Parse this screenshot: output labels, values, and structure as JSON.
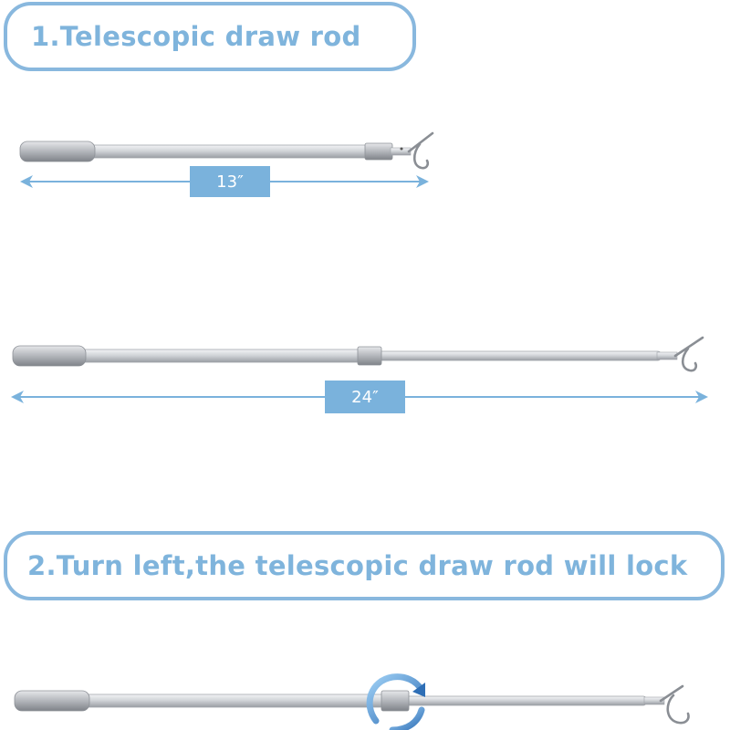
{
  "step1": {
    "title": "1.Telescopic draw rod"
  },
  "step2": {
    "title": "2.Turn left,the telescopic draw rod will lock"
  },
  "dimensions": {
    "short_length": "13″",
    "long_length": "24″"
  },
  "icons": {
    "arrow": "double-arrow-icon",
    "rotate": "rotate-arrows-icon",
    "hook": "hook-icon"
  },
  "colors": {
    "accent": "#7ab2dc",
    "rod": "#c9ccd0"
  }
}
